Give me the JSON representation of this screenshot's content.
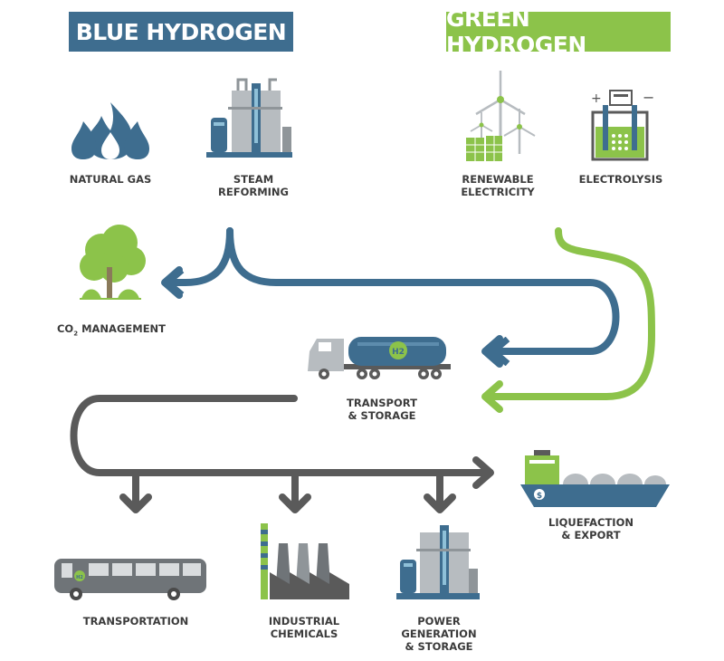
{
  "banners": {
    "blue": "BLUE HYDROGEN",
    "green": "GREEN HYDROGEN"
  },
  "labels": {
    "natural_gas": "NATURAL GAS",
    "steam_reforming": "STEAM\nREFORMING",
    "renewable_electricity": "RENEWABLE\nELECTRICITY",
    "electrolysis": "ELECTROLYSIS",
    "co2_prefix": "CO",
    "co2_sub": "2",
    "co2_suffix": " MANAGEMENT",
    "transport_storage": "TRANSPORT\n& STORAGE",
    "liquefaction_export": "LIQUEFACTION\n& EXPORT",
    "transportation": "TRANSPORTATION",
    "industrial_chemicals": "INDUSTRIAL\nCHEMICALS",
    "power_generation": "POWER GENERATION\n& STORAGE",
    "tank_text": "H2",
    "ship_text": "$",
    "bus_text": "H2"
  },
  "colors": {
    "blue": "#3e6d8f",
    "green": "#8cc34a",
    "dark": "#5a5a5a",
    "grey": "#b7bcc0"
  }
}
